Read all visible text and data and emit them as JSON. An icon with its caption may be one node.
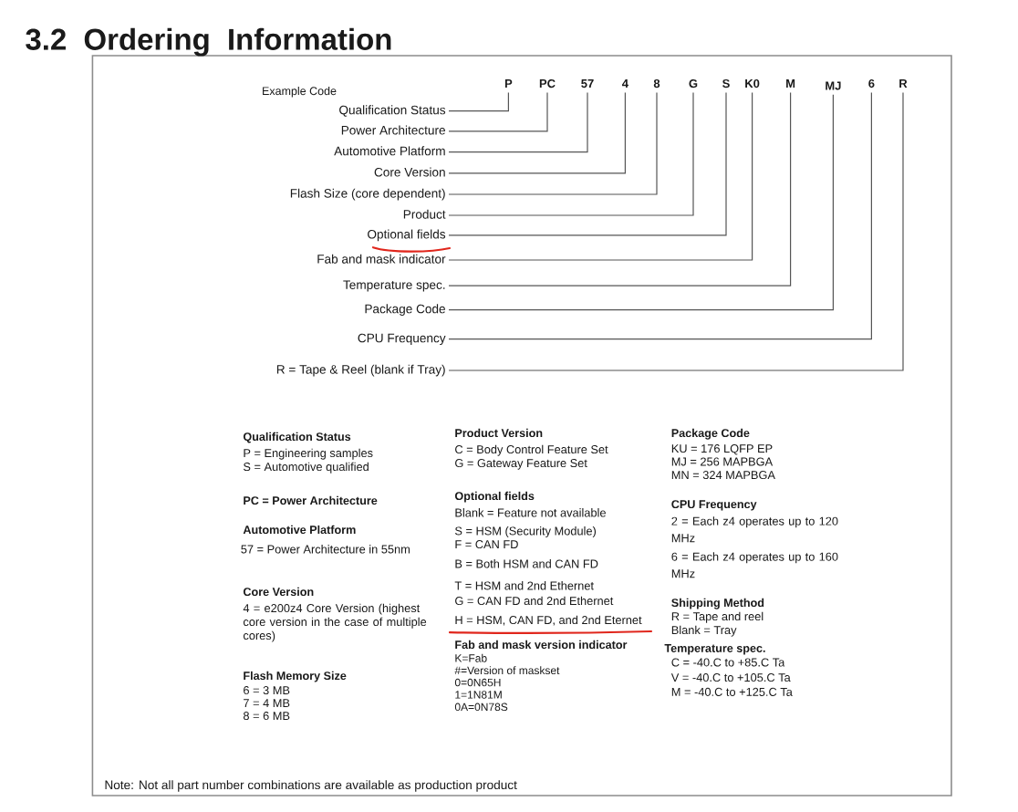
{
  "diagram": {
    "title": "3.2 Ordering Information",
    "nodes": [
      {
        "text": [
          "P"
        ]
      },
      {
        "text": [
          "PC"
        ]
      },
      {
        "text": [
          "57"
        ]
      },
      {
        "text": [
          "4"
        ]
      },
      {
        "text": [
          "8"
        ]
      },
      {
        "text": [
          "G"
        ]
      },
      {
        "text": [
          "S"
        ]
      },
      {
        "text": [
          "K0"
        ]
      },
      {
        "text": [
          "M"
        ]
      },
      {
        "text": [
          "MJ"
        ]
      },
      {
        "text": [
          "6"
        ]
      },
      {
        "text": [
          "R"
        ]
      },
      {
        "text": [
          "Qualification Status"
        ]
      },
      {
        "text": [
          "Power Architecture"
        ]
      },
      {
        "text": [
          "Automotive Platform"
        ]
      },
      {
        "text": [
          "Core Version"
        ]
      },
      {
        "text": [
          "Flash Size (core dependent)"
        ]
      },
      {
        "text": [
          "Product"
        ]
      },
      {
        "text": [
          "Optional fields"
        ]
      },
      {
        "text": [
          "Fab and mask indicator"
        ]
      },
      {
        "text": [
          "Temperature spec."
        ]
      },
      {
        "text": [
          "Package Code"
        ]
      },
      {
        "text": [
          "CPU Frequency"
        ]
      },
      {
        "text": [
          "R = Tape & Reel (blank if Tray)"
        ]
      }
    ],
    "edges": [
      {
        "from": 12,
        "to": 0,
        "arrow": "none"
      },
      {
        "from": 13,
        "to": 1,
        "arrow": "none"
      },
      {
        "from": 14,
        "to": 2,
        "arrow": "none"
      },
      {
        "from": 15,
        "to": 3,
        "arrow": "none"
      },
      {
        "from": 16,
        "to": 4,
        "arrow": "none"
      },
      {
        "from": 17,
        "to": 5,
        "arrow": "none"
      },
      {
        "from": 18,
        "to": 6,
        "arrow": "none"
      },
      {
        "from": 19,
        "to": 7,
        "arrow": "none"
      },
      {
        "from": 20,
        "to": 8,
        "arrow": "none"
      },
      {
        "from": 21,
        "to": 9,
        "arrow": "none"
      },
      {
        "from": 22,
        "to": 10,
        "arrow": "none"
      },
      {
        "from": 23,
        "to": 11,
        "arrow": "none"
      }
    ],
    "labels": [
      "Example Code",
      "Qualification Status",
      "P = Engineering samples",
      "S = Automotive qualified",
      "PC = Power Architecture",
      "Automotive Platform",
      "57 = Power Architecture in 55nm",
      "Core Version",
      "4 = e200z4 Core Version (highest core version in the case of multiple cores)",
      "Flash Memory Size",
      "6 = 3 MB",
      "7 = 4 MB",
      "8 = 6 MB",
      "Product Version",
      "C = Body Control Feature Set",
      "G = Gateway Feature Set",
      "Optional fields",
      "Blank = Feature not available",
      "S = HSM (Security Module)",
      "F = CAN FD",
      "B = Both HSM and CAN FD",
      "T = HSM and 2nd Ethernet",
      "G = CAN FD and 2nd Ethernet",
      "H = HSM, CAN FD, and 2nd Eternet",
      "Fab and mask version indicator",
      "K=Fab",
      "#=Version of maskset",
      "0=0N65H",
      "1=1N81M",
      "0A=0N78S",
      "Package Code",
      "KU = 176 LQFP EP",
      "MJ = 256 MAPBGA",
      "MN = 324 MAPBGA",
      "CPU Frequency",
      "2 = Each z4 operates up to 120 MHz",
      "6 = Each z4 operates up to 160 MHz",
      "Shipping Method",
      "R = Tape and reel",
      "Blank = Tray",
      "Temperature spec.",
      "C = -40.C to +85.C Ta",
      "V = -40.C to +105.C Ta",
      "M = -40.C to +125.C Ta",
      "Note: Not all part number combinations are available as production product"
    ]
  }
}
